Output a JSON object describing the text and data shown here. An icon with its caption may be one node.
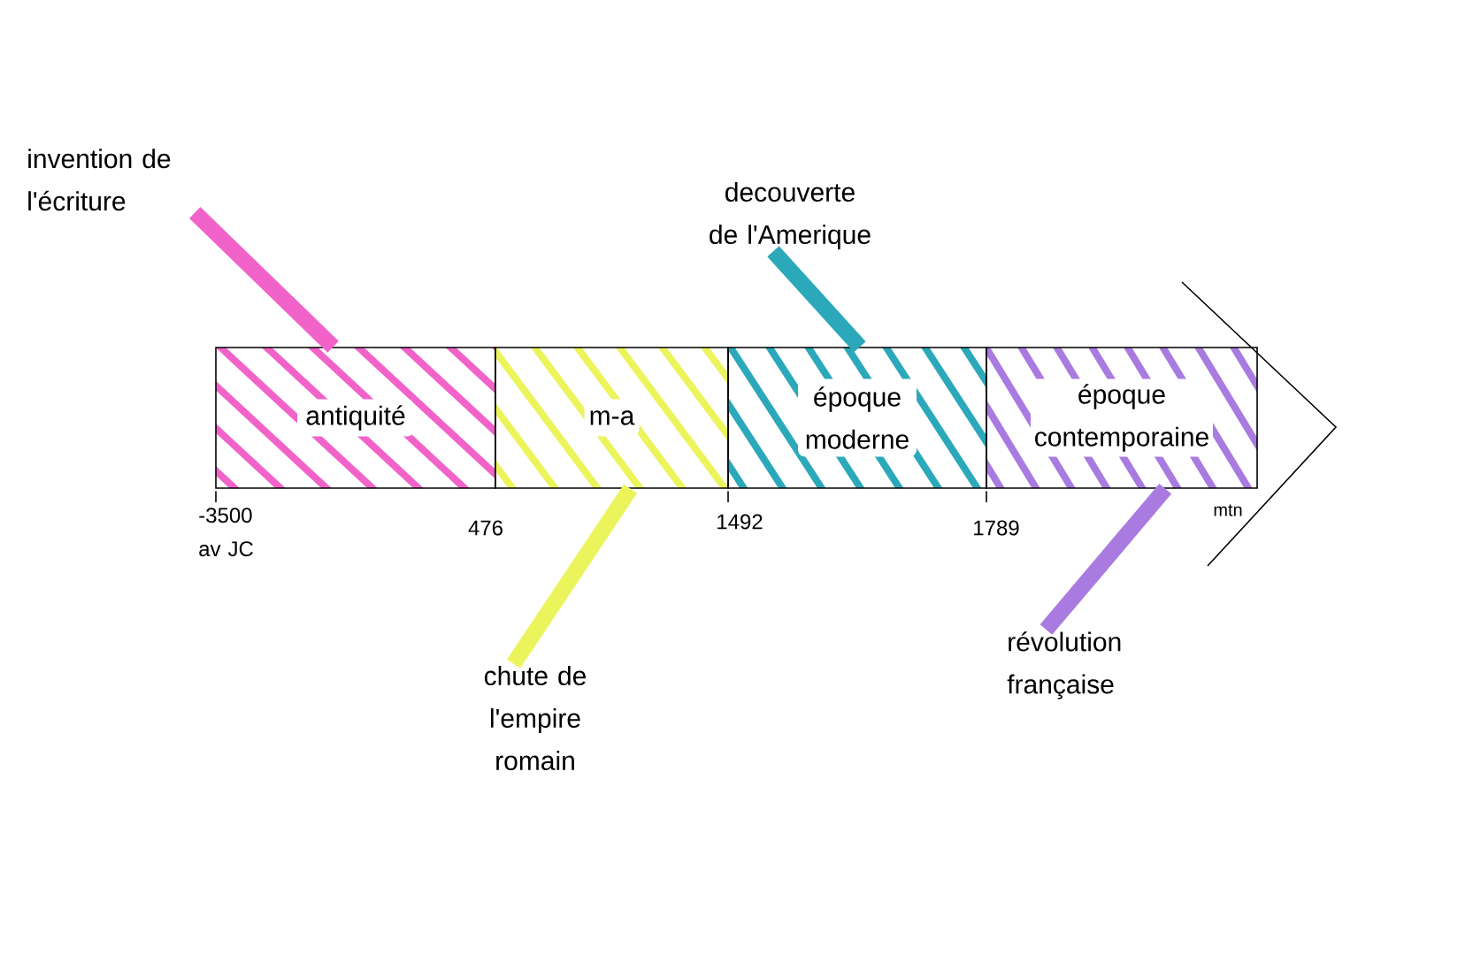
{
  "diagram": {
    "nodes": [
      {
        "text": [
          "invention de l'écriture"
        ]
      },
      {
        "text": [
          "decouverte de l'Amerique"
        ]
      },
      {
        "text": [
          "antiquité"
        ]
      },
      {
        "text": [
          "m-a"
        ]
      },
      {
        "text": [
          "époque moderne"
        ]
      },
      {
        "text": [
          "époque contemporaine"
        ]
      },
      {
        "text": [
          "chute de l'empire romain"
        ]
      },
      {
        "text": [
          "révolution française"
        ]
      }
    ],
    "edges": [
      {
        "from": 0,
        "to": 2,
        "arrow": "none",
        "color": "#f263ca"
      },
      {
        "from": 1,
        "to": 4,
        "arrow": "none",
        "color": "#2ba9ba"
      },
      {
        "from": 6,
        "to": 3,
        "arrow": "none",
        "color": "#ecf45c"
      },
      {
        "from": 7,
        "to": 5,
        "arrow": "none",
        "color": "#a97be0"
      }
    ],
    "labels": [
      "-3500 av JC",
      "476",
      "1492",
      "1789",
      "mtn"
    ]
  }
}
